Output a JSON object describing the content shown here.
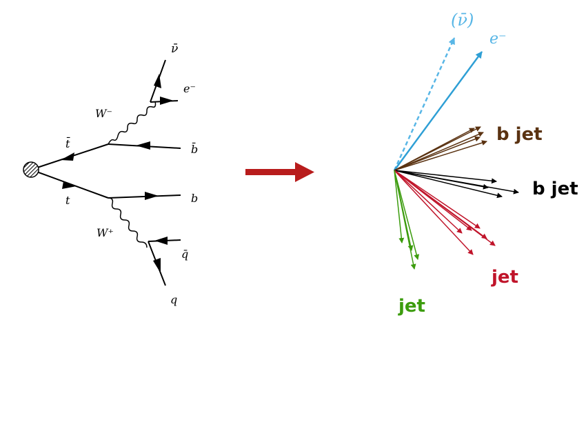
{
  "feynman": {
    "labels": {
      "nubar": "ν̄",
      "e_minus": "e⁻",
      "w_minus": "W⁻",
      "tbar": "t̄",
      "bbar": "b̄",
      "t": "t",
      "b": "b",
      "w_plus": "W⁺",
      "qbar": "q̄",
      "q": "q"
    }
  },
  "reco": {
    "labels": {
      "neutrino": "(ν̄)",
      "electron": "e⁻",
      "bjet_brown": "b jet",
      "bjet_black": "b jet",
      "jet_red": "jet",
      "jet_green": "jet"
    },
    "colors": {
      "neutrino": "#58b6e6",
      "electron": "#2e9fd5",
      "bjet_brown": "#5a3211",
      "bjet_black": "#000000",
      "jet_red": "#c0142a",
      "jet_green": "#3c9c0e",
      "arrow": "#b81c1c"
    }
  }
}
